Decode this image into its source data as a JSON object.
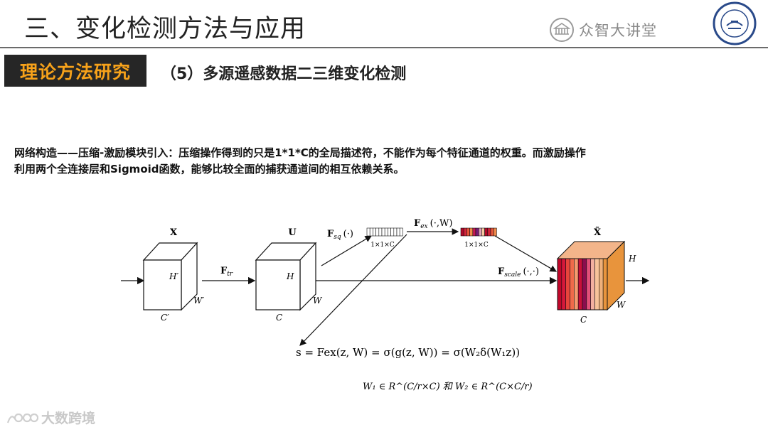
{
  "header": {
    "title": "三、变化检测方法与应用",
    "brand": "众智大讲堂"
  },
  "section": {
    "badge": "理论方法研究",
    "subtitle": "（5）多源遥感数据二三维变化检测"
  },
  "description": {
    "line1": "网络构造——压缩-激励模块引入：压缩操作得到的只是1*1*C的全局描述符，不能作为每个特征通道的权重。而激励操作",
    "line2": "利用两个全连接层和Sigmoid函数，能够比较全面的捕获通道间的相互依赖关系。"
  },
  "diagram": {
    "x_label": "X",
    "x_h": "H′",
    "x_w": "W′",
    "x_c": "C′",
    "f_tr": "F",
    "f_tr_sub": "tr",
    "u_label": "U",
    "u_h": "H",
    "u_w": "W",
    "u_c": "C",
    "f_sq": "F",
    "f_sq_sub": "sq",
    "f_sq_args": "(·)",
    "f_ex": "F",
    "f_ex_sub": "ex",
    "f_ex_args": "(·,W)",
    "vec_dim_1": "1×1×C",
    "vec_dim_2": "1×1×C",
    "f_scale": "F",
    "f_scale_sub": "scale",
    "f_scale_args": "(·,·)",
    "xt_label": "X̃",
    "xt_h": "H",
    "xt_w": "W",
    "xt_c": "C",
    "equation": "s = Fex(z, W) = σ(g(z, W)) = σ(W₂δ(W₁z))",
    "weights": "W₁ ∈ R^(C/r×C) 和 W₂ ∈ R^(C×C/r)"
  },
  "watermark": "大数跨境",
  "colors": {
    "badge_bg": "#262626",
    "badge_text": "#f7a21a",
    "excite_palette": [
      "#b0082a",
      "#d2243a",
      "#e8553a",
      "#f08a4a",
      "#c41a54",
      "#7a1a78",
      "#e0a0b8",
      "#f7c8a0"
    ],
    "output_stripes": [
      "#c1082a",
      "#d5183a",
      "#e8453c",
      "#f06a4a",
      "#f59a6e",
      "#c8103a",
      "#8a0d4e",
      "#e2507a",
      "#f2b0a0",
      "#f7c39a",
      "#efb07a",
      "#e8943c"
    ]
  }
}
